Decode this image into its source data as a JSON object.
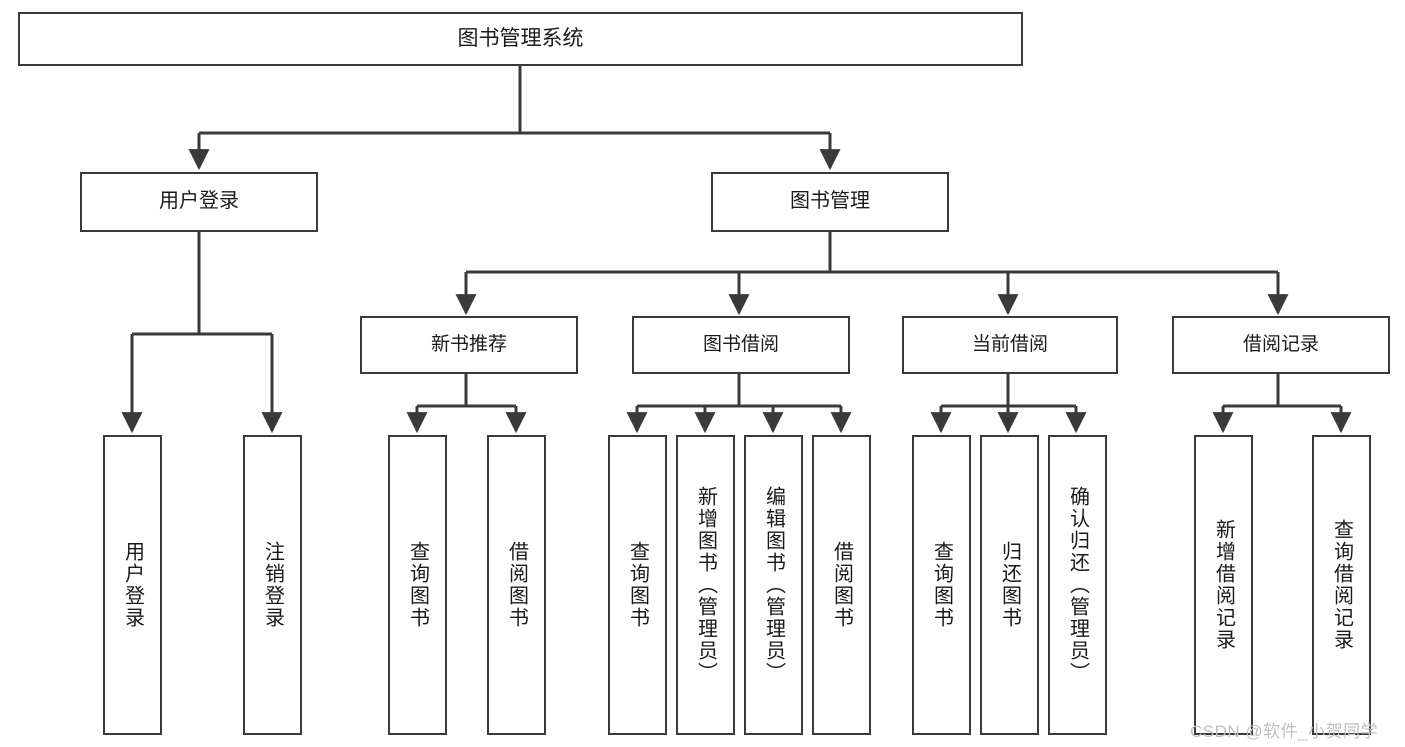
{
  "diagram": {
    "title": "图书管理系统",
    "type": "tree-hierarchy",
    "root": {
      "id": "root",
      "label": "图书管理系统"
    },
    "level1": [
      {
        "id": "user-login",
        "label": "用户登录"
      },
      {
        "id": "book-management",
        "label": "图书管理"
      }
    ],
    "level2": [
      {
        "id": "new-book-recommend",
        "label": "新书推荐",
        "parent": "book-management"
      },
      {
        "id": "book-borrow",
        "label": "图书借阅",
        "parent": "book-management"
      },
      {
        "id": "current-borrow",
        "label": "当前借阅",
        "parent": "book-management"
      },
      {
        "id": "borrow-record",
        "label": "借阅记录",
        "parent": "book-management"
      }
    ],
    "leaves": [
      {
        "id": "leaf-user-login",
        "label": "用户登录",
        "parent": "user-login"
      },
      {
        "id": "leaf-logout-login",
        "label": "注销登录",
        "parent": "user-login"
      },
      {
        "id": "leaf-query-book-1",
        "label": "查询图书",
        "parent": "new-book-recommend"
      },
      {
        "id": "leaf-borrow-book-1",
        "label": "借阅图书",
        "parent": "new-book-recommend"
      },
      {
        "id": "leaf-query-book-2",
        "label": "查询图书",
        "parent": "book-borrow"
      },
      {
        "id": "leaf-add-book",
        "label": "新增图书（管理员）",
        "parent": "book-borrow"
      },
      {
        "id": "leaf-edit-book",
        "label": "编辑图书（管理员）",
        "parent": "book-borrow"
      },
      {
        "id": "leaf-borrow-book-2",
        "label": "借阅图书",
        "parent": "book-borrow"
      },
      {
        "id": "leaf-query-book-3",
        "label": "查询图书",
        "parent": "current-borrow"
      },
      {
        "id": "leaf-return-book",
        "label": "归还图书",
        "parent": "current-borrow"
      },
      {
        "id": "leaf-confirm-return",
        "label": "确认归还（管理员）",
        "parent": "current-borrow"
      },
      {
        "id": "leaf-add-record",
        "label": "新增借阅记录",
        "parent": "borrow-record"
      },
      {
        "id": "leaf-query-record",
        "label": "查询借阅记录",
        "parent": "borrow-record"
      }
    ],
    "colors": {
      "stroke": "#3a3a3a",
      "fill": "#ffffff",
      "text": "#1a1a1a",
      "watermark": "#bfbfbf"
    }
  },
  "watermark": {
    "text": "CSDN @软件_小贺同学"
  }
}
